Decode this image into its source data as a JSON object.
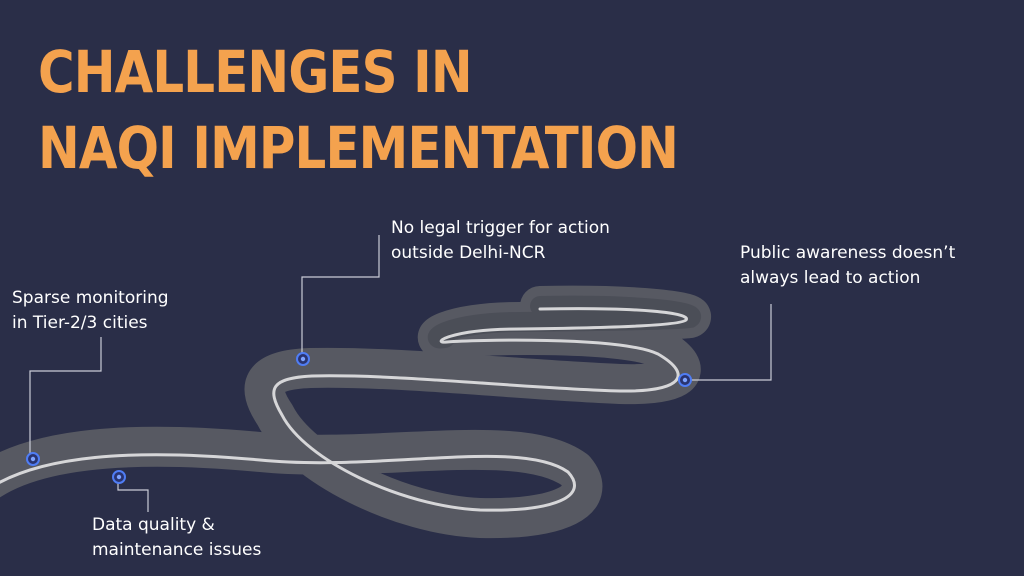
{
  "title": {
    "line1": "CHALLENGES IN",
    "line2": "NAQI IMPLEMENTATION"
  },
  "callouts": {
    "sparse": {
      "line1": "Sparse monitoring",
      "line2": "in Tier-2/3 cities"
    },
    "legal": {
      "line1": "No legal trigger for action",
      "line2": "outside Delhi-NCR"
    },
    "public": {
      "line1": "Public awareness doesn’t",
      "line2": "always lead to action"
    },
    "data": {
      "line1": "Data quality &",
      "line2": "maintenance issues"
    }
  },
  "colors": {
    "background": "#2a2e48",
    "title": "#f4a24e",
    "road": "#5b5d65",
    "lane": "#d6d6d8",
    "marker": "#4f7df5",
    "leader": "#c9ccd6",
    "text": "#ffffff"
  }
}
